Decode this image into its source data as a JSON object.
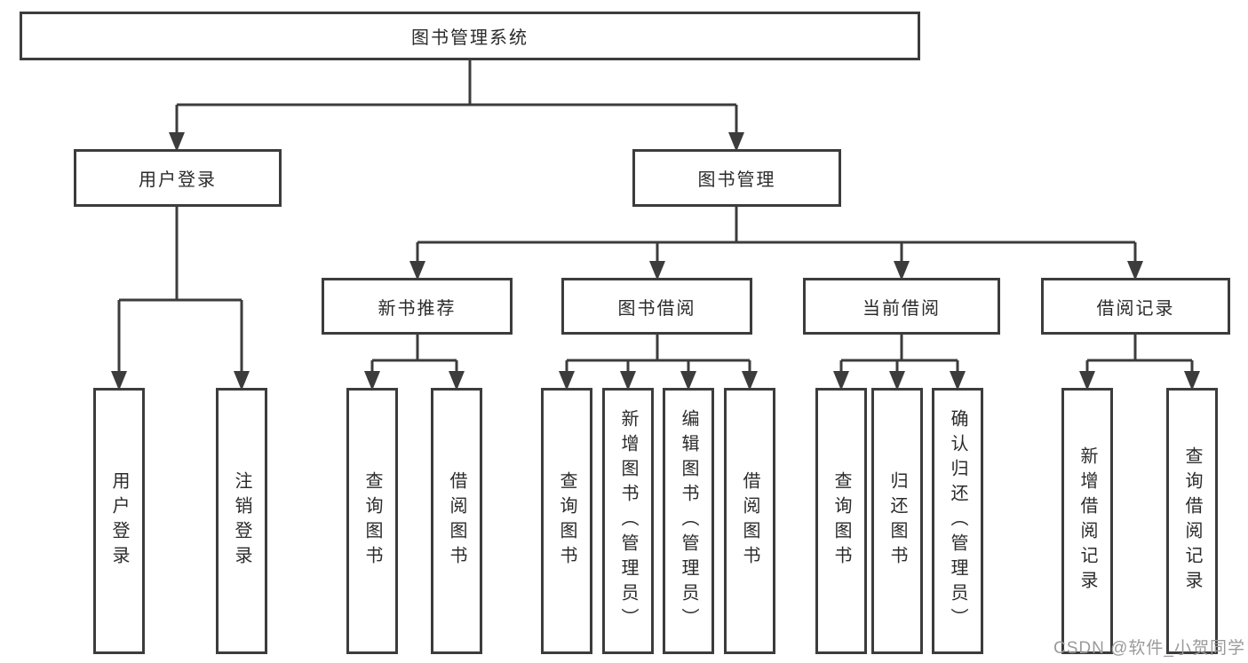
{
  "tree": {
    "root": {
      "label": "图书管理系统",
      "children": [
        {
          "label": "用户登录",
          "children": [
            {
              "label": "用户登录"
            },
            {
              "label": "注销登录"
            }
          ]
        },
        {
          "label": "图书管理",
          "children": [
            {
              "label": "新书推荐",
              "children": [
                {
                  "label": "查询图书"
                },
                {
                  "label": "借阅图书"
                }
              ]
            },
            {
              "label": "图书借阅",
              "children": [
                {
                  "label": "查询图书"
                },
                {
                  "label": "新增图书（管理员）"
                },
                {
                  "label": "编辑图书（管理员）"
                },
                {
                  "label": "借阅图书"
                }
              ]
            },
            {
              "label": "当前借阅",
              "children": [
                {
                  "label": "查询图书"
                },
                {
                  "label": "归还图书"
                },
                {
                  "label": "确认归还（管理员）"
                }
              ]
            },
            {
              "label": "借阅记录",
              "children": [
                {
                  "label": "新增借阅记录"
                },
                {
                  "label": "查询借阅记录"
                }
              ]
            }
          ]
        }
      ]
    }
  },
  "watermark": {
    "text": "CSDN @软件_小贺同学"
  },
  "colors": {
    "line": "#3c3c3c",
    "box_border": "#3c3c3c",
    "text": "#2b2b2b",
    "watermark": "#9a9a9a",
    "background": "#ffffff"
  }
}
